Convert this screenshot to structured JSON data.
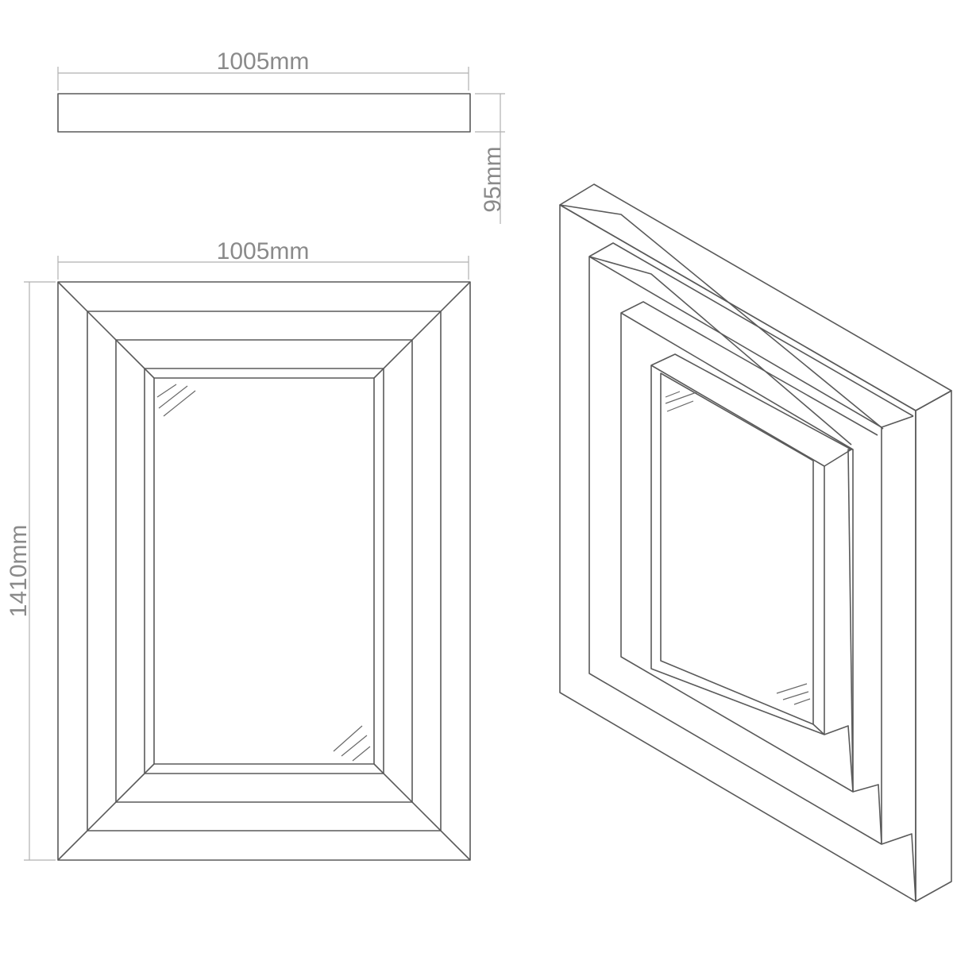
{
  "dimensions": {
    "top_width": "1005mm",
    "depth": "95mm",
    "front_width": "1005mm",
    "height": "1410mm"
  },
  "colors": {
    "line": "#5a5a5a",
    "dimension_line": "#b0b0b0",
    "label": "#8a8a8a"
  }
}
